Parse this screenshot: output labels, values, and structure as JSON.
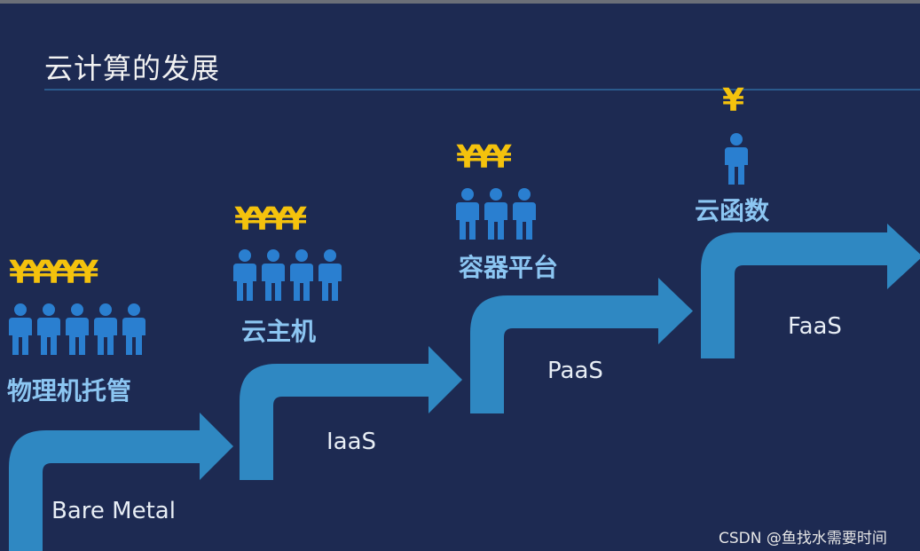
{
  "title": "云计算的发展",
  "stages": [
    {
      "yen": "¥¥¥¥¥",
      "people_count": 5,
      "label": "物理机托管",
      "arrow_label": "Bare Metal"
    },
    {
      "yen": "¥¥¥¥",
      "people_count": 4,
      "label": "云主机",
      "arrow_label": "IaaS"
    },
    {
      "yen": "¥¥¥",
      "people_count": 3,
      "label": "容器平台",
      "arrow_label": "PaaS"
    },
    {
      "yen": "¥",
      "people_count": 1,
      "label": "云函数",
      "arrow_label": "FaaS"
    }
  ],
  "colors": {
    "background": "#1d2a52",
    "arrow": "#2f88c2",
    "yen": "#f4c20d",
    "person": "#2a7fd0",
    "label": "#8cc6f2"
  },
  "watermark": "CSDN @鱼找水需要时间"
}
